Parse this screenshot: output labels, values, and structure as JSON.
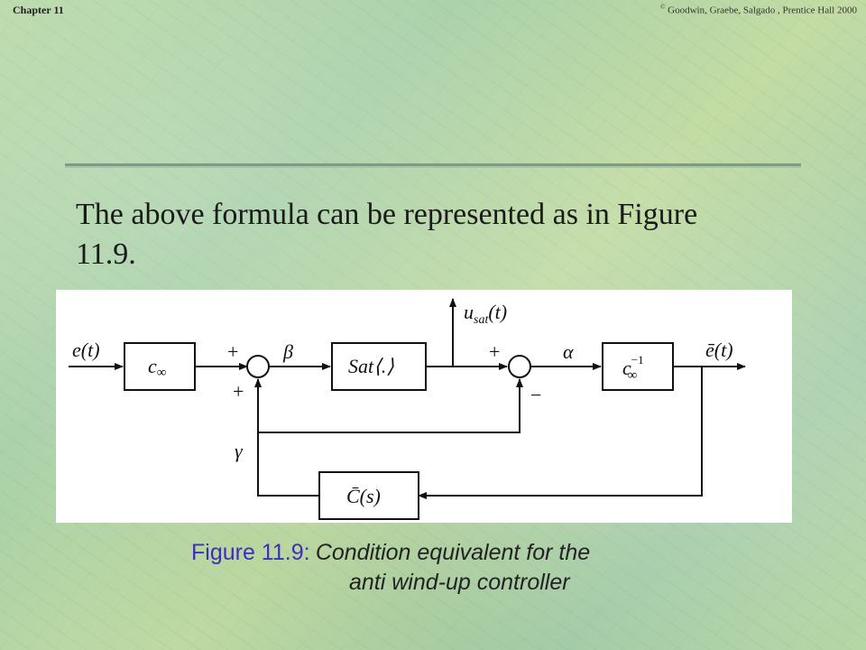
{
  "header": {
    "chapter": "Chapter 11",
    "copyright": "Goodwin, Graebe, Salgado , Prentice Hall 2000",
    "copyright_symbol": "©"
  },
  "slide": {
    "text_line1": "The above formula can be represented as in Figure",
    "text_line2": "11.9."
  },
  "diagram": {
    "input_label": "e(t)",
    "block_cinf": "c",
    "block_cinf_sub": "∞",
    "sum1_top_sign": "+",
    "sum1_bottom_sign": "+",
    "beta_label": "β",
    "block_sat": "Sat⟨.⟩",
    "output_usat_main": "u",
    "output_usat_sub": "sat",
    "output_usat_arg": "(t)",
    "sum2_top_sign": "+",
    "sum2_bottom_sign": "−",
    "alpha_label": "α",
    "block_cinv": "c",
    "block_cinv_sub": "∞",
    "block_cinv_sup": "−1",
    "output_label": "ē(t)",
    "gamma_label": "γ",
    "block_cbar": "C̄(s)"
  },
  "caption": {
    "label": "Figure 11.9:",
    "line1": "Condition equivalent for the",
    "line2": "anti wind-up controller"
  }
}
